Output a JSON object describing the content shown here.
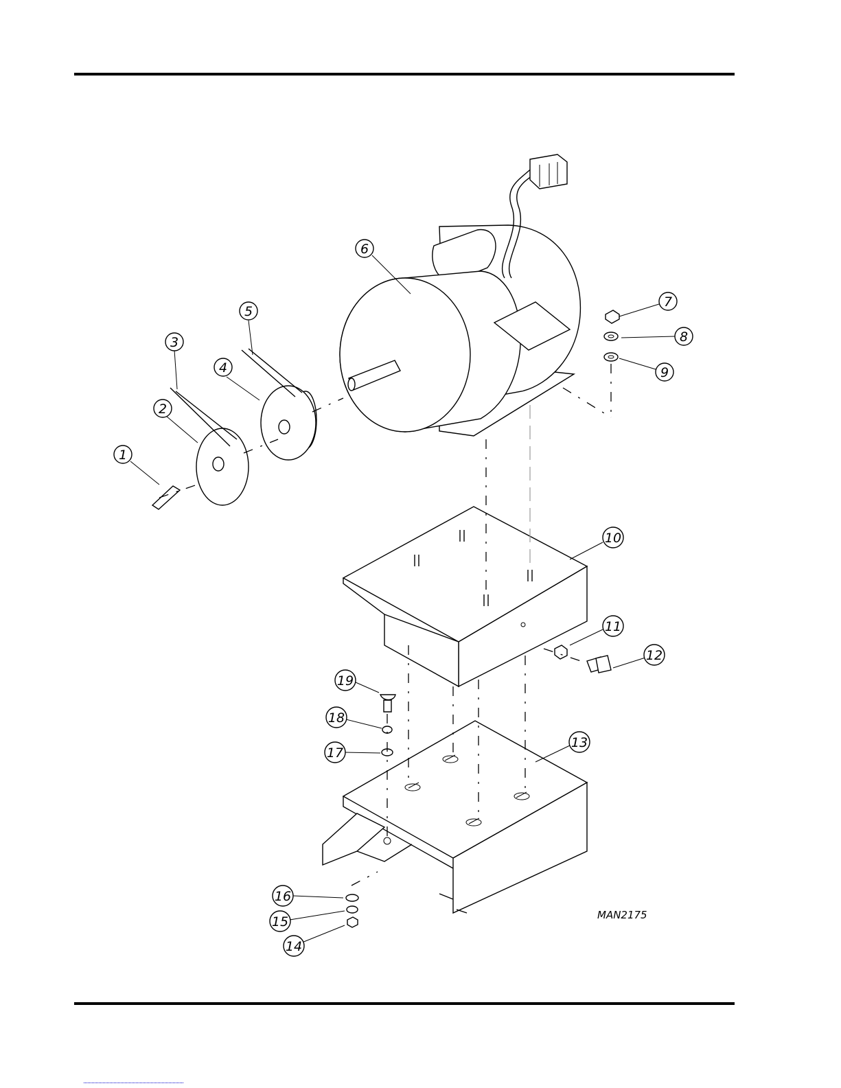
{
  "drawing": {
    "code": "MAN2175",
    "callouts": [
      "1",
      "2",
      "3",
      "4",
      "5",
      "6",
      "7",
      "8",
      "9",
      "10",
      "11",
      "12",
      "13",
      "14",
      "15",
      "16",
      "17",
      "18",
      "19"
    ]
  }
}
